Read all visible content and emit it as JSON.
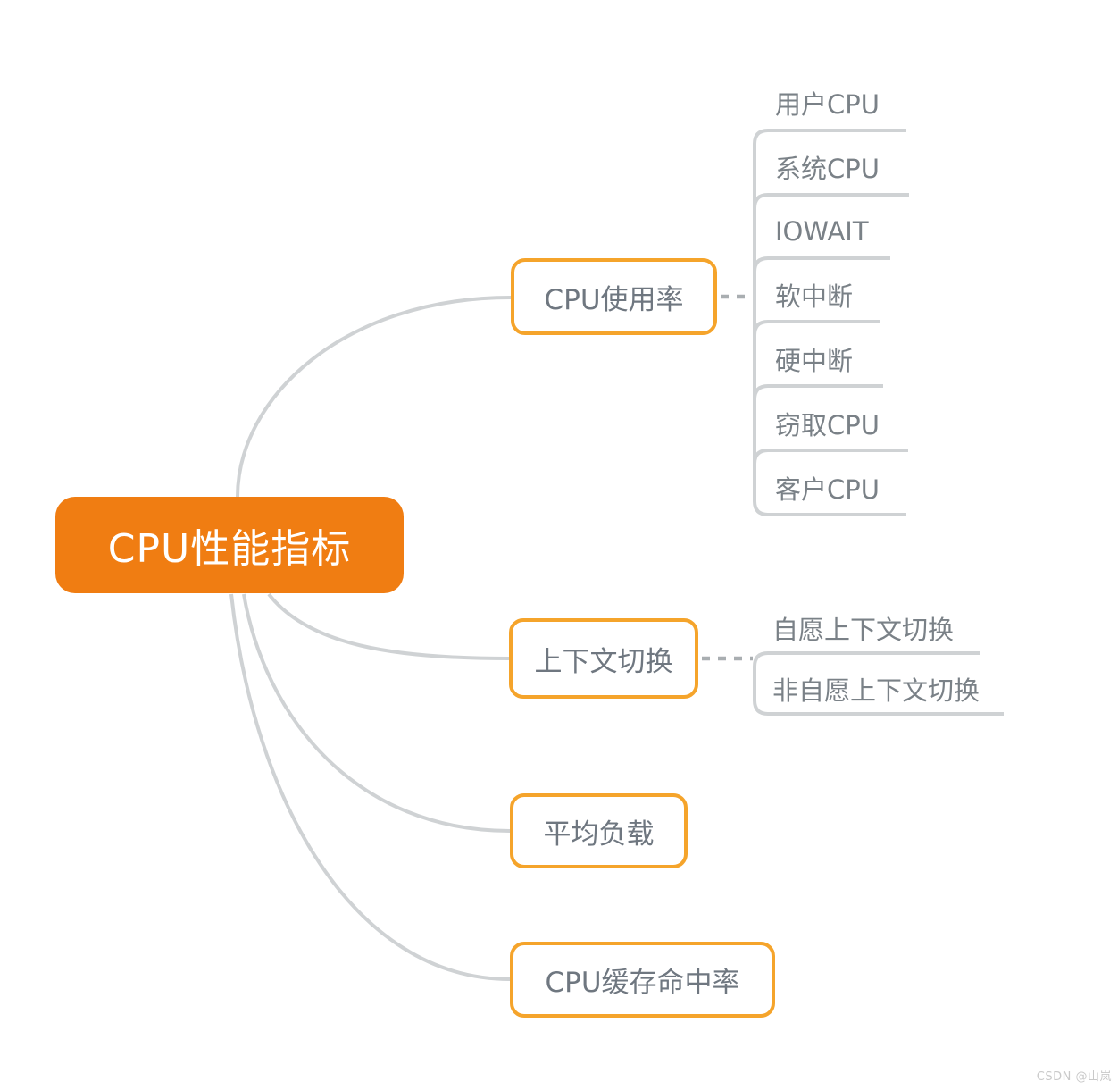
{
  "root": {
    "label": "CPU性能指标"
  },
  "branches": [
    {
      "label": "CPU使用率",
      "children": [
        "用户CPU",
        "系统CPU",
        "IOWAIT",
        "软中断",
        "硬中断",
        "窃取CPU",
        "客户CPU"
      ]
    },
    {
      "label": "上下文切换",
      "children": [
        "自愿上下文切换",
        "非自愿上下文切换"
      ]
    },
    {
      "label": "平均负载",
      "children": []
    },
    {
      "label": "CPU缓存命中率",
      "children": []
    }
  ],
  "watermark": "CSDN @山岚",
  "colors": {
    "root_fill": "#F07D12",
    "root_text": "#FFFFFF",
    "node_border": "#F5A42B",
    "node_text": "#6F7780",
    "child_text": "#7A8187",
    "line": "#CFD2D4",
    "dash": "#A9AEB1",
    "watermark": "#C9C9C9"
  }
}
